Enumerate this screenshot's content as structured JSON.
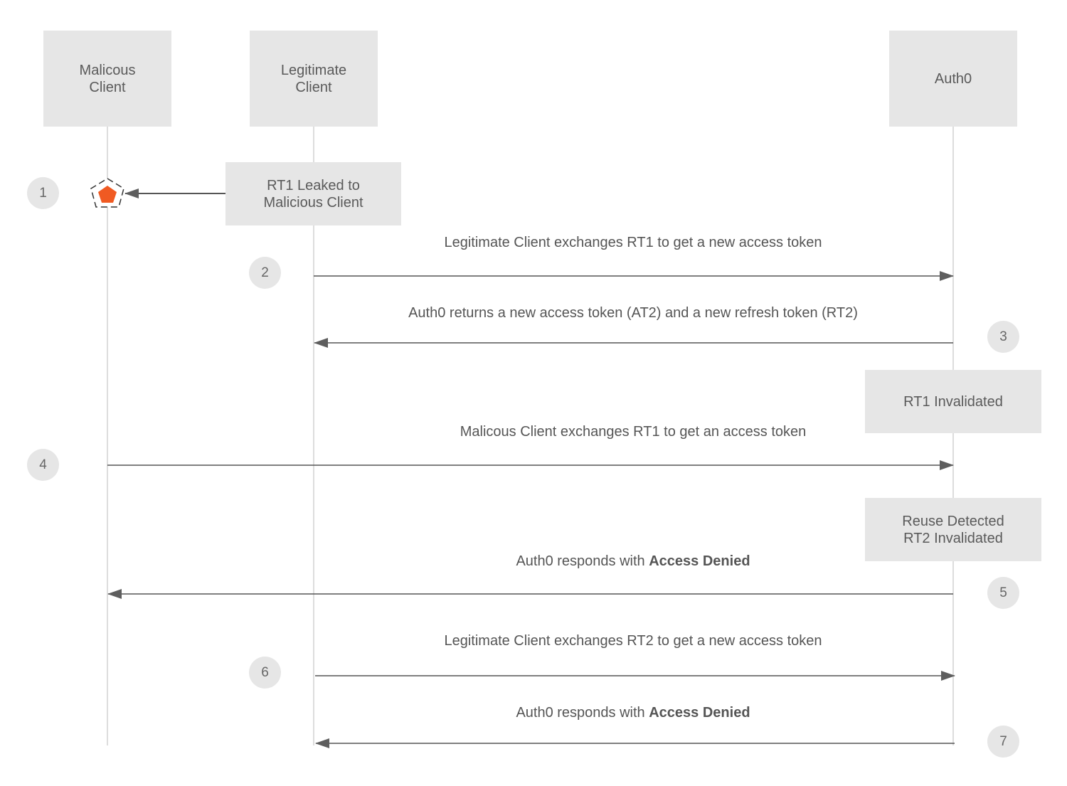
{
  "actors": {
    "malicious": "Malicous\nClient",
    "legitimate": "Legitimate\nClient",
    "auth0": "Auth0"
  },
  "notes": {
    "leaked": "RT1 Leaked to\nMalicious Client",
    "rt1_invalidated": "RT1 Invalidated",
    "reuse_detected": "Reuse Detected\nRT2 Invalidated"
  },
  "steps": [
    "1",
    "2",
    "3",
    "4",
    "5",
    "6",
    "7"
  ],
  "messages": {
    "m2": "Legitimate Client exchanges RT1 to get a new access token",
    "m3": "Auth0 returns a new access token (AT2) and a new refresh token (RT2)",
    "m4": "Malicous Client exchanges RT1 to get an access token",
    "m5_prefix": "Auth0 responds with ",
    "m5_bold": "Access Denied",
    "m6": "Legitimate Client exchanges RT2 to get a new access token",
    "m7_prefix": "Auth0 responds with ",
    "m7_bold": "Access Denied"
  },
  "icons": {
    "compromise": "orange-pentagon-icon"
  },
  "colors": {
    "box": "#e6e6e6",
    "lifeline": "#dddddd",
    "arrow": "#555555",
    "accent": "#f05a22"
  }
}
